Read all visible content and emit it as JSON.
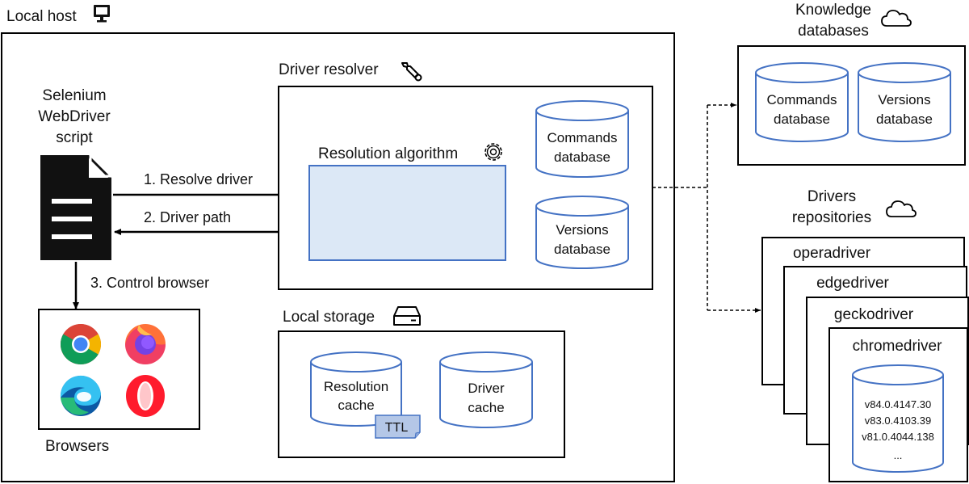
{
  "local_host": {
    "title": "Local host",
    "icon": "monitor-icon"
  },
  "script": {
    "line1": "Selenium",
    "line2": "WebDriver",
    "line3": "script",
    "icon": "document-icon"
  },
  "arrows": {
    "resolve": "1. Resolve driver",
    "path": "2. Driver path",
    "control": "3. Control browser"
  },
  "driver_resolver": {
    "title": "Driver resolver",
    "icon": "wrench-icon",
    "algorithm": {
      "label": "Resolution algorithm",
      "icon": "gear-icon",
      "fill": "#dce8f6",
      "stroke": "#4472c4"
    },
    "commands_db": {
      "line1": "Commands",
      "line2": "database"
    },
    "versions_db": {
      "line1": "Versions",
      "line2": "database"
    }
  },
  "browsers": {
    "title": "Browsers",
    "icons": [
      "chrome-icon",
      "firefox-icon",
      "edge-icon",
      "opera-icon"
    ]
  },
  "local_storage": {
    "title": "Local storage",
    "icon": "hard-drive-icon",
    "resolution_cache": {
      "line1": "Resolution",
      "line2": "cache"
    },
    "driver_cache": {
      "line1": "Driver",
      "line2": "cache"
    },
    "ttl_badge": "TTL"
  },
  "knowledge": {
    "title_line1": "Knowledge",
    "title_line2": "databases",
    "icon": "cloud-icon",
    "commands_db": {
      "line1": "Commands",
      "line2": "database"
    },
    "versions_db": {
      "line1": "Versions",
      "line2": "database"
    }
  },
  "repositories": {
    "title_line1": "Drivers",
    "title_line2": "repositories",
    "icon": "cloud-icon",
    "cards": [
      "operadriver",
      "edgedriver",
      "geckodriver",
      "chromedriver"
    ],
    "versions": [
      "v84.0.4147.30",
      "v83.0.4103.39",
      "v81.0.4044.138",
      "..."
    ]
  },
  "colors": {
    "accent_blue": "#4472c4",
    "light_blue": "#dce8f6",
    "ttl_fill": "#b4c7e7"
  }
}
